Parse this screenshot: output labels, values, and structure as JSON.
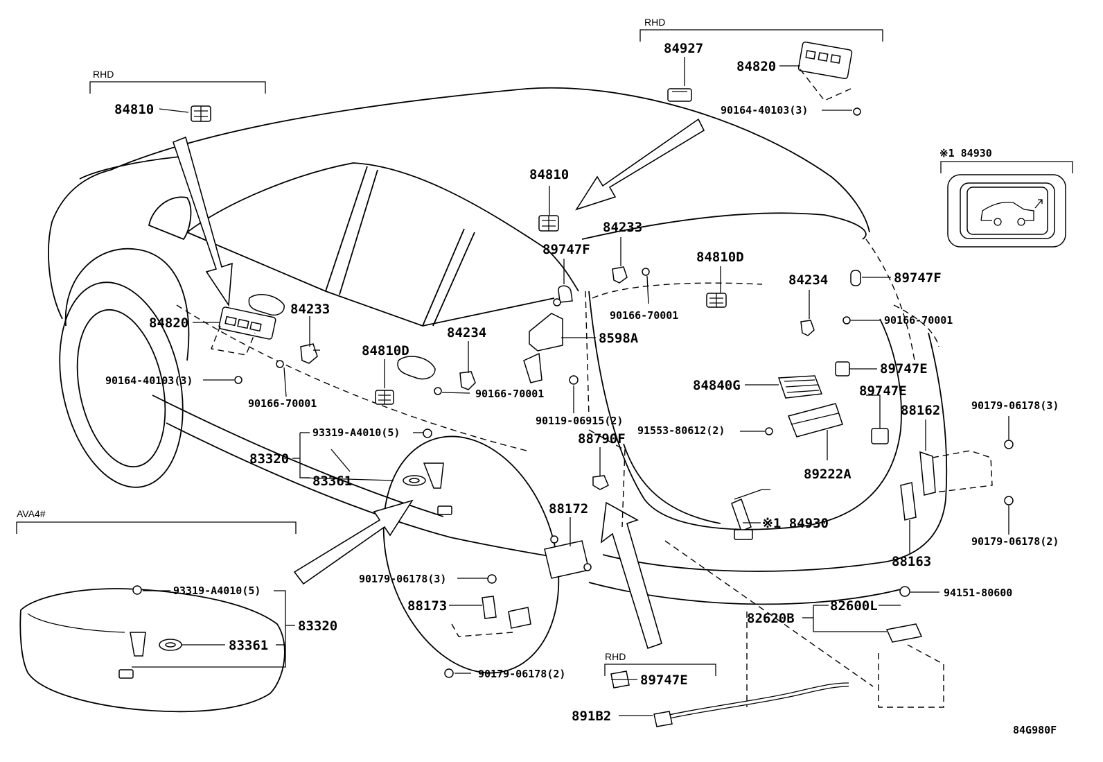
{
  "diagram_code": "84G980F",
  "group_labels": {
    "rhd_left": "RHD",
    "rhd_top": "RHD",
    "rhd_bottom": "RHD",
    "ava4": "AVA4#",
    "inset_note": "※1 84930"
  },
  "labels": {
    "p84810_left": "84810",
    "p84820_left": "84820",
    "p90164_left": "90164-40103(3)",
    "p84233_left": "84233",
    "p90166_left": "90166-70001",
    "p84810D_left": "84810D",
    "p84234_mid": "84234",
    "p90166_mid": "90166-70001",
    "p93319_mid": "93319-A4010(5)",
    "p83320_mid": "83320",
    "p83361_mid": "83361",
    "p84927": "84927",
    "p84820_top": "84820",
    "p90164_top": "90164-40103(3)",
    "p84810_top": "84810",
    "p89747F_a": "89747F",
    "p84233_mid": "84233",
    "p90166_a": "90166-70001",
    "p84810D_mid": "84810D",
    "p84234_right": "84234",
    "p89747F_b": "89747F",
    "p90166_b": "90166-70001",
    "p8598A": "8598A",
    "p89747E_a": "89747E",
    "p84840G": "84840G",
    "p89747E_b": "89747E",
    "p90119": "90119-06915(2)",
    "p91553": "91553-80612(2)",
    "p88790F": "88790F",
    "p89222A": "89222A",
    "p88162": "88162",
    "p90179_r1": "90179-06178(3)",
    "p90179_r2": "90179-06178(2)",
    "p84930": "※1 84930",
    "p88163": "88163",
    "p88172": "88172",
    "p90179_c1": "90179-06178(3)",
    "p88173": "88173",
    "p90179_c2": "90179-06178(2)",
    "p89747E_c": "89747E",
    "p891B2": "891B2",
    "p82620B": "82620B",
    "p82600L": "82600L",
    "p94151": "94151-80600",
    "p93319_inset": "93319-A4010(5)",
    "p83361_inset": "83361",
    "p83320_inset": "83320"
  }
}
